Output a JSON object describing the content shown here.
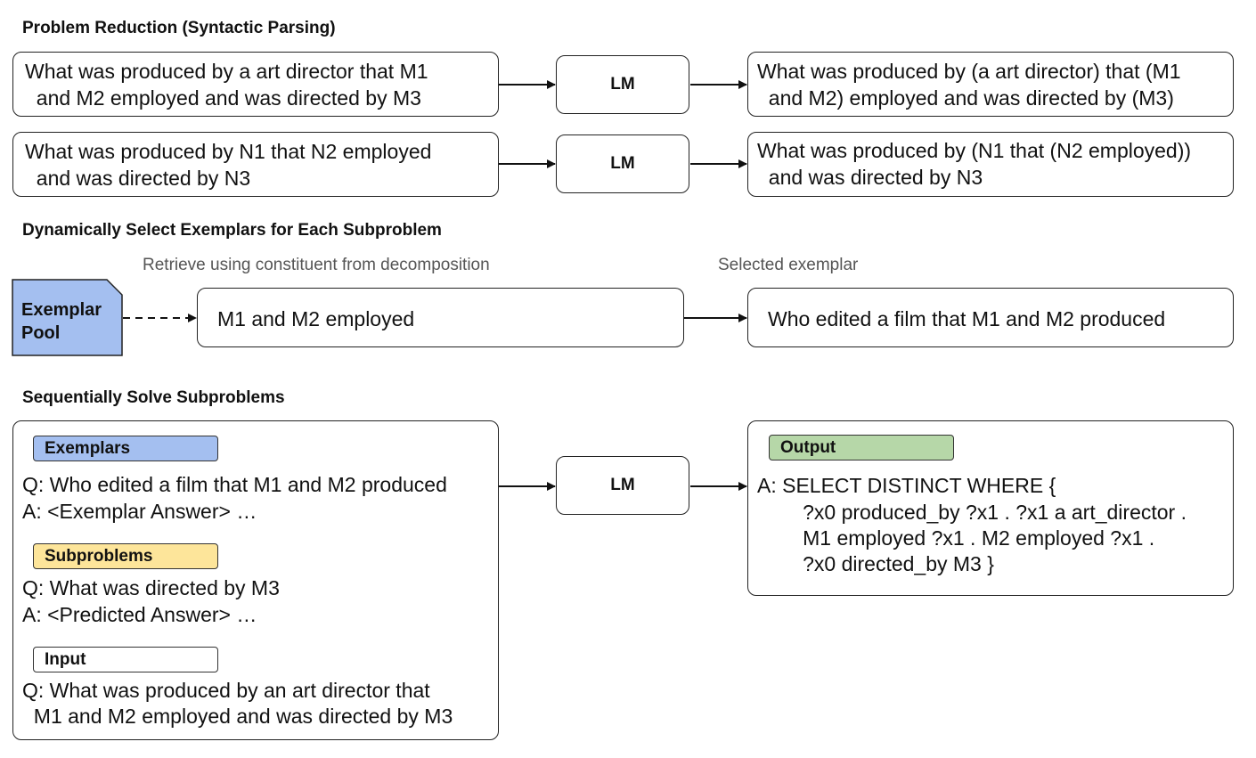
{
  "headings": {
    "reduction": "Problem Reduction (Syntactic Parsing)",
    "dynamic": "Dynamically Select Exemplars for Each Subproblem",
    "sequential": "Sequentially Solve Subproblems"
  },
  "reduction": {
    "row1": {
      "input": [
        "What was produced by a art director that M1",
        "  and M2 employed and was directed by M3"
      ],
      "model": "LM",
      "output": [
        "What was produced by (a art director) that (M1",
        "  and M2) employed and was directed by (M3)"
      ]
    },
    "row2": {
      "input": [
        "What was produced by N1 that N2 employed",
        "  and was directed by N3"
      ],
      "model": "LM",
      "output": [
        "What was produced by (N1 that (N2 employed))",
        "  and was directed by N3"
      ]
    }
  },
  "dynamic": {
    "pool_label": [
      "Exemplar",
      "Pool"
    ],
    "retrieve_caption": "Retrieve using constituent from decomposition",
    "selected_caption": "Selected exemplar",
    "constituent": "M1 and M2 employed",
    "exemplar": "Who edited a film that M1 and M2 produced"
  },
  "sequential": {
    "exemplars_tag": "Exemplars",
    "exemplar_q": "Q: Who edited a film that M1 and M2 produced",
    "exemplar_a": "A: <Exemplar Answer> …",
    "subproblems_tag": "Subproblems",
    "sub_q": "Q: What was directed by M3",
    "sub_a": "A: <Predicted Answer> …",
    "input_tag": "Input",
    "input_q": [
      "Q: What was produced by an art director that",
      "  M1 and M2 employed and was directed by M3"
    ],
    "model": "LM",
    "output_tag": "Output",
    "output_lines": [
      "A: SELECT DISTINCT WHERE {",
      "        ?x0 produced_by ?x1 . ?x1 a art_director .",
      "        M1 employed ?x1 . M2 employed ?x1 .",
      "        ?x0 directed_by M3 }"
    ]
  },
  "colors": {
    "exemplars": "#a4bff0",
    "subproblems": "#fde59a",
    "output": "#b6d7a8",
    "pool": "#a4bff0"
  }
}
